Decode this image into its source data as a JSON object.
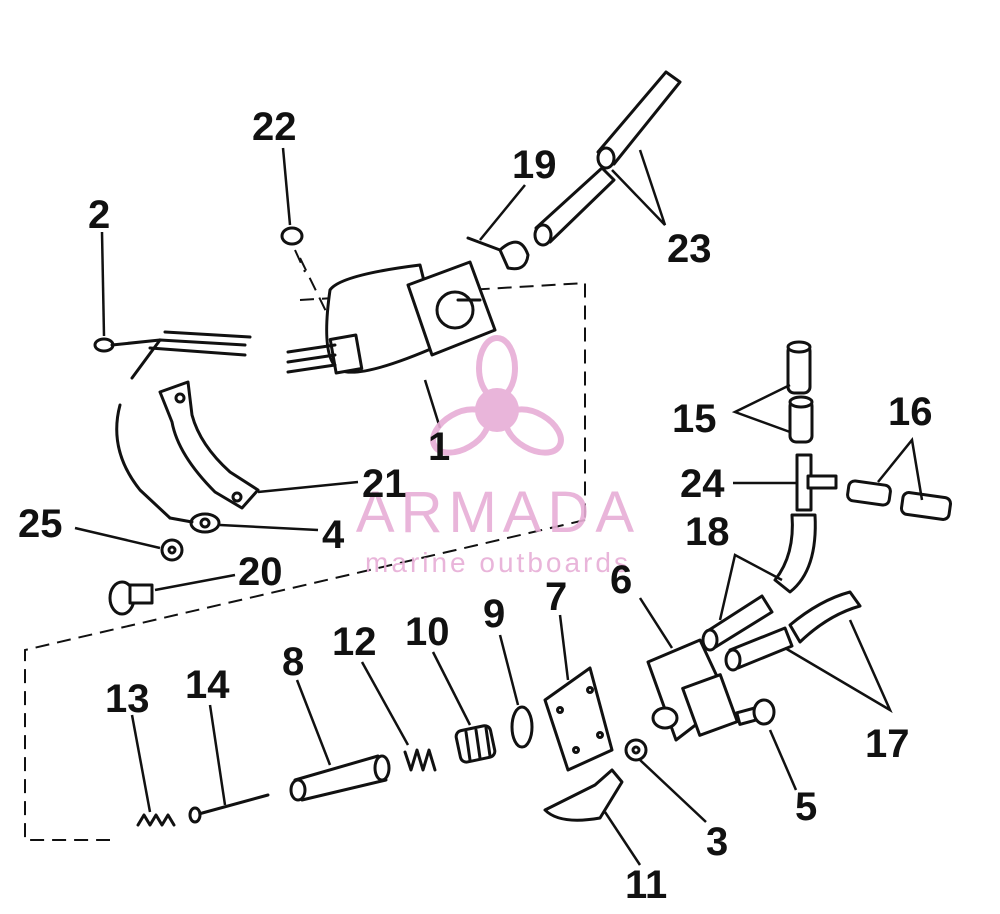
{
  "labels": {
    "n1": "1",
    "n2": "2",
    "n3": "3",
    "n4": "4",
    "n5": "5",
    "n6": "6",
    "n7": "7",
    "n8": "8",
    "n9": "9",
    "n10": "10",
    "n11": "11",
    "n12": "12",
    "n13": "13",
    "n14": "14",
    "n15": "15",
    "n16": "16",
    "n17": "17",
    "n18": "18",
    "n19": "19",
    "n20": "20",
    "n21": "21",
    "n22": "22",
    "n23": "23",
    "n24": "24",
    "n25": "25"
  },
  "watermark": {
    "brand": "ARMADA",
    "tagline": "marine outboards",
    "color": "#e7aed6",
    "icon": "propeller-logo"
  }
}
